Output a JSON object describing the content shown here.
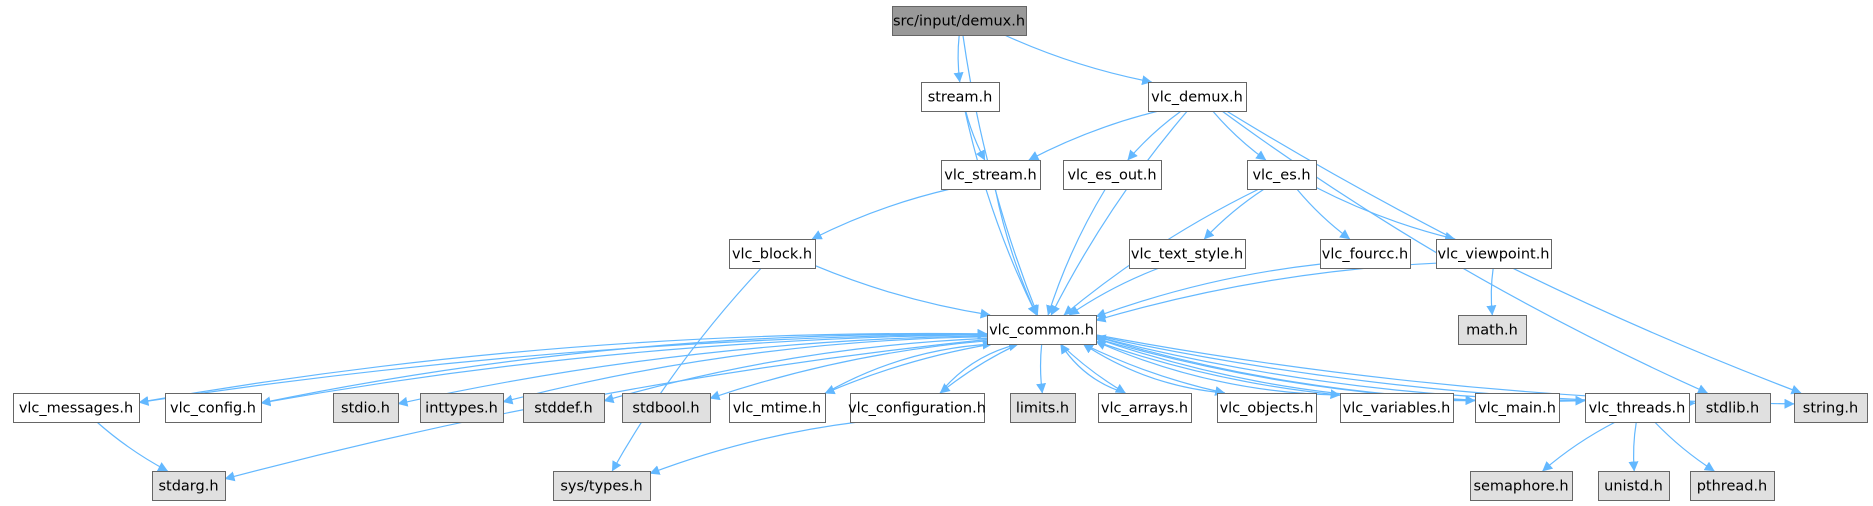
{
  "colors": {
    "edge": "#63b8ff",
    "node_border": "#666666",
    "root_fill": "#999999",
    "system_fill": "#e0e0e0",
    "normal_fill": "#ffffff",
    "text": "#000000"
  },
  "nodes": [
    {
      "id": "demux_h",
      "label": "src/input/demux.h",
      "kind": "root"
    },
    {
      "id": "stream_h",
      "label": "stream.h",
      "kind": "normal"
    },
    {
      "id": "vlc_demux_h",
      "label": "vlc_demux.h",
      "kind": "normal"
    },
    {
      "id": "vlc_stream_h",
      "label": "vlc_stream.h",
      "kind": "normal"
    },
    {
      "id": "vlc_es_out_h",
      "label": "vlc_es_out.h",
      "kind": "normal"
    },
    {
      "id": "vlc_es_h",
      "label": "vlc_es.h",
      "kind": "normal"
    },
    {
      "id": "vlc_block_h",
      "label": "vlc_block.h",
      "kind": "normal"
    },
    {
      "id": "vlc_text_style_h",
      "label": "vlc_text_style.h",
      "kind": "normal"
    },
    {
      "id": "vlc_fourcc_h",
      "label": "vlc_fourcc.h",
      "kind": "normal"
    },
    {
      "id": "vlc_viewpoint_h",
      "label": "vlc_viewpoint.h",
      "kind": "normal"
    },
    {
      "id": "vlc_common_h",
      "label": "vlc_common.h",
      "kind": "normal"
    },
    {
      "id": "math_h",
      "label": "math.h",
      "kind": "system"
    },
    {
      "id": "vlc_messages_h",
      "label": "vlc_messages.h",
      "kind": "normal"
    },
    {
      "id": "vlc_config_h",
      "label": "vlc_config.h",
      "kind": "normal"
    },
    {
      "id": "stdio_h",
      "label": "stdio.h",
      "kind": "system"
    },
    {
      "id": "inttypes_h",
      "label": "inttypes.h",
      "kind": "system"
    },
    {
      "id": "stddef_h",
      "label": "stddef.h",
      "kind": "system"
    },
    {
      "id": "stdbool_h",
      "label": "stdbool.h",
      "kind": "system"
    },
    {
      "id": "vlc_mtime_h",
      "label": "vlc_mtime.h",
      "kind": "normal"
    },
    {
      "id": "vlc_configuration_h",
      "label": "vlc_configuration.h",
      "kind": "normal"
    },
    {
      "id": "limits_h",
      "label": "limits.h",
      "kind": "system"
    },
    {
      "id": "vlc_arrays_h",
      "label": "vlc_arrays.h",
      "kind": "normal"
    },
    {
      "id": "vlc_objects_h",
      "label": "vlc_objects.h",
      "kind": "normal"
    },
    {
      "id": "vlc_variables_h",
      "label": "vlc_variables.h",
      "kind": "normal"
    },
    {
      "id": "vlc_main_h",
      "label": "vlc_main.h",
      "kind": "normal"
    },
    {
      "id": "vlc_threads_h",
      "label": "vlc_threads.h",
      "kind": "normal"
    },
    {
      "id": "stdlib_h",
      "label": "stdlib.h",
      "kind": "system"
    },
    {
      "id": "string_h",
      "label": "string.h",
      "kind": "system"
    },
    {
      "id": "stdarg_h",
      "label": "stdarg.h",
      "kind": "system"
    },
    {
      "id": "sys_types_h",
      "label": "sys/types.h",
      "kind": "system"
    },
    {
      "id": "semaphore_h",
      "label": "semaphore.h",
      "kind": "system"
    },
    {
      "id": "unistd_h",
      "label": "unistd.h",
      "kind": "system"
    },
    {
      "id": "pthread_h",
      "label": "pthread.h",
      "kind": "system"
    }
  ],
  "edges": [
    {
      "from": "demux_h",
      "to": "stream_h"
    },
    {
      "from": "demux_h",
      "to": "vlc_demux_h"
    },
    {
      "from": "demux_h",
      "to": "vlc_common_h"
    },
    {
      "from": "stream_h",
      "to": "vlc_stream_h"
    },
    {
      "from": "stream_h",
      "to": "vlc_common_h"
    },
    {
      "from": "vlc_demux_h",
      "to": "vlc_stream_h"
    },
    {
      "from": "vlc_demux_h",
      "to": "vlc_es_out_h"
    },
    {
      "from": "vlc_demux_h",
      "to": "vlc_es_h"
    },
    {
      "from": "vlc_demux_h",
      "to": "vlc_common_h"
    },
    {
      "from": "vlc_demux_h",
      "to": "stdlib_h"
    },
    {
      "from": "vlc_demux_h",
      "to": "string_h"
    },
    {
      "from": "vlc_stream_h",
      "to": "vlc_block_h"
    },
    {
      "from": "vlc_stream_h",
      "to": "vlc_common_h"
    },
    {
      "from": "vlc_es_out_h",
      "to": "vlc_common_h"
    },
    {
      "from": "vlc_es_h",
      "to": "vlc_text_style_h"
    },
    {
      "from": "vlc_es_h",
      "to": "vlc_fourcc_h"
    },
    {
      "from": "vlc_es_h",
      "to": "vlc_viewpoint_h"
    },
    {
      "from": "vlc_es_h",
      "to": "vlc_common_h"
    },
    {
      "from": "vlc_block_h",
      "to": "vlc_common_h"
    },
    {
      "from": "vlc_block_h",
      "to": "sys_types_h"
    },
    {
      "from": "vlc_text_style_h",
      "to": "vlc_common_h"
    },
    {
      "from": "vlc_fourcc_h",
      "to": "vlc_common_h"
    },
    {
      "from": "vlc_viewpoint_h",
      "to": "vlc_common_h"
    },
    {
      "from": "vlc_viewpoint_h",
      "to": "math_h"
    },
    {
      "from": "vlc_common_h",
      "to": "vlc_messages_h"
    },
    {
      "from": "vlc_common_h",
      "to": "vlc_config_h"
    },
    {
      "from": "vlc_common_h",
      "to": "stdio_h"
    },
    {
      "from": "vlc_common_h",
      "to": "inttypes_h"
    },
    {
      "from": "vlc_common_h",
      "to": "stddef_h"
    },
    {
      "from": "vlc_common_h",
      "to": "stdbool_h"
    },
    {
      "from": "vlc_common_h",
      "to": "vlc_mtime_h"
    },
    {
      "from": "vlc_common_h",
      "to": "vlc_configuration_h"
    },
    {
      "from": "vlc_common_h",
      "to": "limits_h"
    },
    {
      "from": "vlc_common_h",
      "to": "vlc_arrays_h"
    },
    {
      "from": "vlc_common_h",
      "to": "vlc_objects_h"
    },
    {
      "from": "vlc_common_h",
      "to": "vlc_variables_h"
    },
    {
      "from": "vlc_common_h",
      "to": "vlc_main_h"
    },
    {
      "from": "vlc_common_h",
      "to": "vlc_threads_h"
    },
    {
      "from": "vlc_common_h",
      "to": "stdlib_h"
    },
    {
      "from": "vlc_common_h",
      "to": "string_h"
    },
    {
      "from": "vlc_common_h",
      "to": "stdarg_h"
    },
    {
      "from": "vlc_messages_h",
      "to": "vlc_common_h"
    },
    {
      "from": "vlc_messages_h",
      "to": "stdarg_h"
    },
    {
      "from": "vlc_config_h",
      "to": "vlc_common_h"
    },
    {
      "from": "vlc_mtime_h",
      "to": "vlc_common_h"
    },
    {
      "from": "vlc_configuration_h",
      "to": "vlc_common_h"
    },
    {
      "from": "vlc_configuration_h",
      "to": "sys_types_h"
    },
    {
      "from": "vlc_arrays_h",
      "to": "vlc_common_h"
    },
    {
      "from": "vlc_objects_h",
      "to": "vlc_common_h"
    },
    {
      "from": "vlc_variables_h",
      "to": "vlc_common_h"
    },
    {
      "from": "vlc_main_h",
      "to": "vlc_common_h"
    },
    {
      "from": "vlc_threads_h",
      "to": "vlc_common_h"
    },
    {
      "from": "vlc_threads_h",
      "to": "semaphore_h"
    },
    {
      "from": "vlc_threads_h",
      "to": "unistd_h"
    },
    {
      "from": "vlc_threads_h",
      "to": "pthread_h"
    }
  ]
}
